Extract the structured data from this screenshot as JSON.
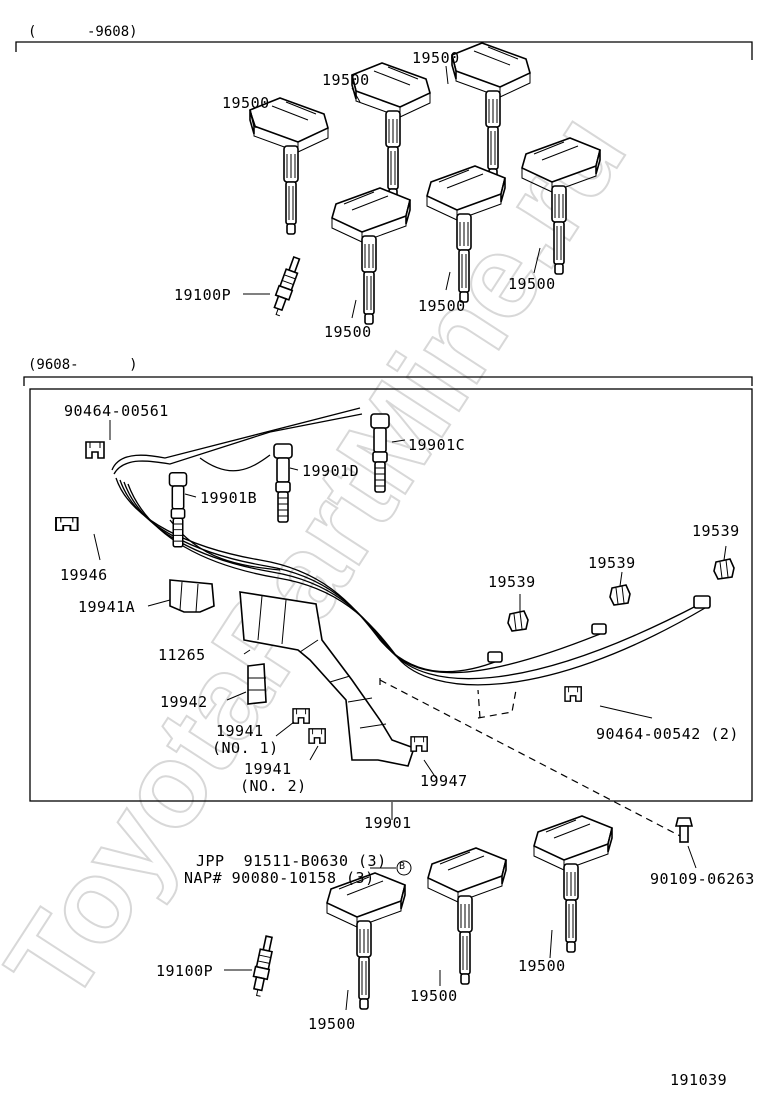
{
  "watermark": "ToyotaPartMine.ru",
  "sections": {
    "early": {
      "range_label": "(      -9608)"
    },
    "late": {
      "range_label": "(9608-      )"
    }
  },
  "labels": {
    "coil_top": "19500",
    "coil_1": "19500",
    "coil_2": "19500",
    "coil_3": "19500",
    "coil_4": "19500",
    "coil_5": "19500",
    "plug_top": "19100P",
    "clamp_561": "90464-00561",
    "cord_c": "19901C",
    "cord_d": "19901D",
    "cord_b": "19901B",
    "holder_19946": "19946",
    "clamp_19941a": "19941A",
    "cover_11265": "11265",
    "clamp_19942": "19942",
    "clamp_no1_num": "19941",
    "clamp_no1_sub": "(NO. 1)",
    "clamp_no2_num": "19941",
    "clamp_no2_sub": "(NO. 2)",
    "clamp_19947": "19947",
    "cap_1": "19539",
    "cap_2": "19539",
    "cap_3": "19539",
    "clamp_542": "90464-00542 (2)",
    "cord_set": "19901",
    "bolt_jpp": "JPP  91511-B0630 (3)",
    "bolt_nap": "NAP# 90080-10158 (3)",
    "bolt_marker": "B",
    "bolt_90109": "90109-06263",
    "coil_low_1": "19500",
    "coil_low_2": "19500",
    "coil_low_3": "19500",
    "plug_low": "19100P",
    "figure_number": "191039"
  }
}
